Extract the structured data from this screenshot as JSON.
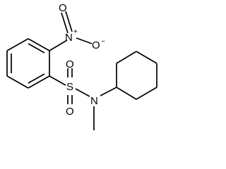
{
  "molecule": {
    "atoms": {
      "n_nitro": "N",
      "n_charge": "+",
      "o_top": "O",
      "o_right": "O",
      "o_charge": "−",
      "s": "S",
      "o_sulfonyl_top": "O",
      "o_sulfonyl_bottom": "O",
      "n_amine": "N"
    }
  }
}
